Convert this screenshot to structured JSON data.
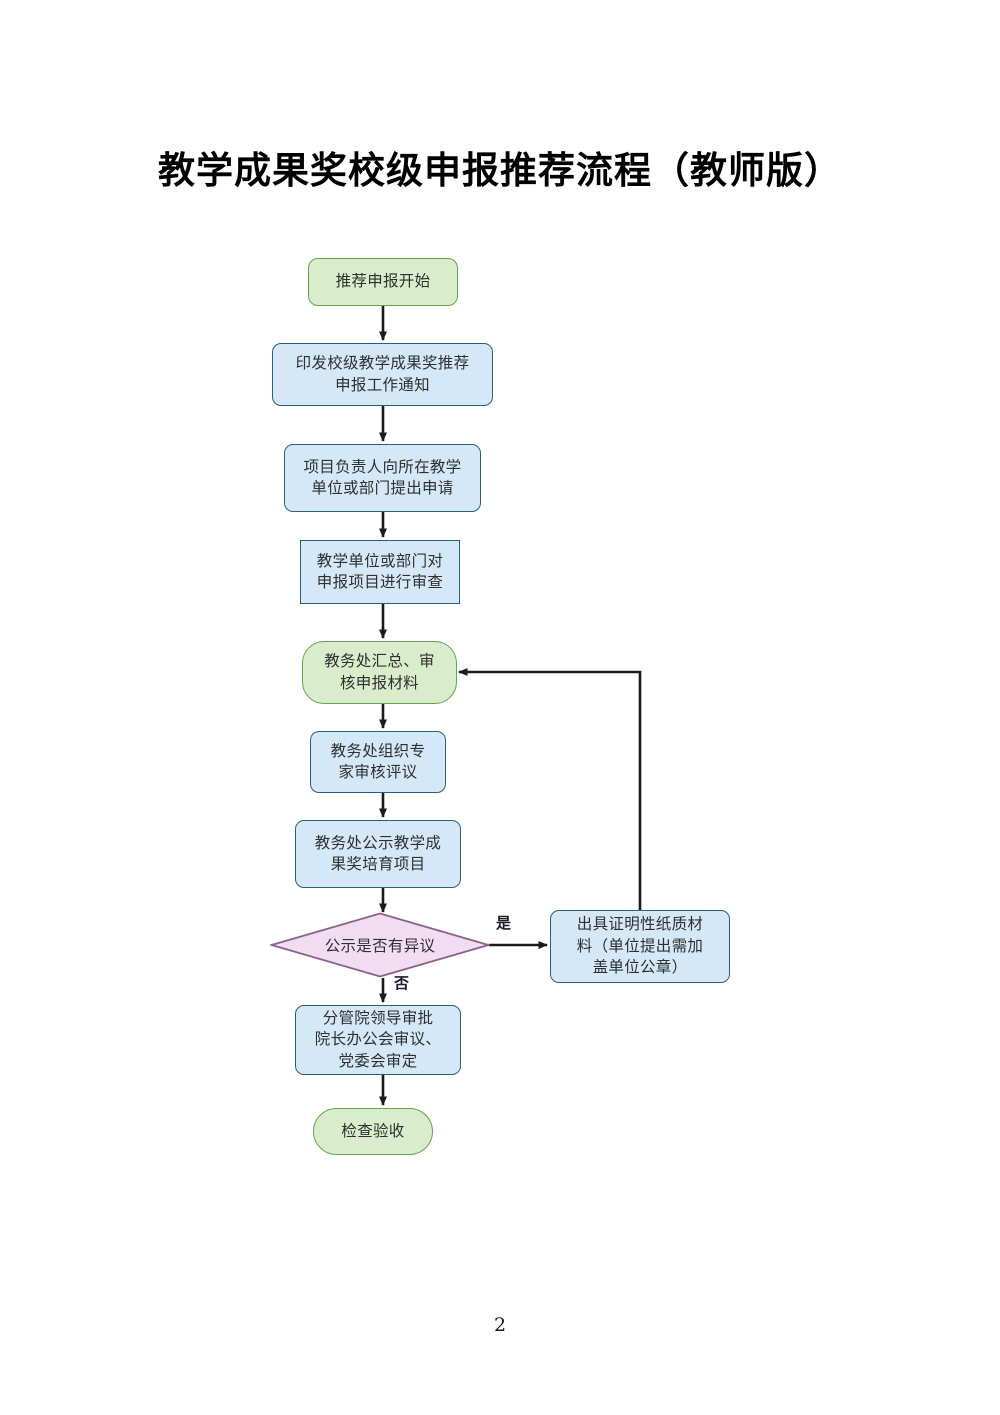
{
  "document": {
    "title": "教学成果奖校级申报推荐流程（教师版）",
    "page_number": "2"
  },
  "colors": {
    "process_fill": "#d4e8f7",
    "process_stroke": "#2b5f7e",
    "terminator_fill": "#d9edcc",
    "terminator_stroke": "#63a34c",
    "decision_fill": "#f2ddf0",
    "decision_stroke": "#8b5f8b",
    "connector": "#1b1b1b",
    "text": "#2f2f2f"
  },
  "chart_data": {
    "type": "flowchart",
    "title": "教学成果奖校级申报推荐流程（教师版）",
    "orientation": "top-to-bottom",
    "nodes": [
      {
        "id": "start",
        "shape": "terminator",
        "fill": "process",
        "label": "推荐申报开始"
      },
      {
        "id": "notice",
        "shape": "rounded",
        "fill": "process",
        "label": "印发校级教学成果奖推荐申报工作通知"
      },
      {
        "id": "apply",
        "shape": "rounded",
        "fill": "process",
        "label": "项目负责人向所在教学单位或部门提出申请"
      },
      {
        "id": "review1",
        "shape": "rect",
        "fill": "process",
        "label": "教学单位或部门对申报项目进行审查"
      },
      {
        "id": "collect",
        "shape": "terminator",
        "fill": "terminator",
        "label": "教务处汇总、审核申报材料"
      },
      {
        "id": "expert",
        "shape": "rounded",
        "fill": "process",
        "label": "教务处组织专家审核评议"
      },
      {
        "id": "publish",
        "shape": "rounded",
        "fill": "process",
        "label": "教务处公示教学成果奖培育项目"
      },
      {
        "id": "decision",
        "shape": "diamond",
        "fill": "decision",
        "label": "公示是否有异议"
      },
      {
        "id": "proof",
        "shape": "rounded",
        "fill": "process",
        "label": "出具证明性纸质材料（单位提出需加盖单位公章）"
      },
      {
        "id": "approve",
        "shape": "rounded",
        "fill": "process",
        "label": "分管院领导审批院长办公会审议、党委会审定"
      },
      {
        "id": "accept",
        "shape": "terminator",
        "fill": "terminator",
        "label": "检查验收"
      }
    ],
    "edges": [
      {
        "from": "start",
        "to": "notice",
        "label": ""
      },
      {
        "from": "notice",
        "to": "apply",
        "label": ""
      },
      {
        "from": "apply",
        "to": "review1",
        "label": ""
      },
      {
        "from": "review1",
        "to": "collect",
        "label": ""
      },
      {
        "from": "collect",
        "to": "expert",
        "label": ""
      },
      {
        "from": "expert",
        "to": "publish",
        "label": ""
      },
      {
        "from": "publish",
        "to": "decision",
        "label": ""
      },
      {
        "from": "decision",
        "to": "proof",
        "label": "是"
      },
      {
        "from": "decision",
        "to": "approve",
        "label": "否"
      },
      {
        "from": "proof",
        "to": "collect",
        "label": ""
      },
      {
        "from": "approve",
        "to": "accept",
        "label": ""
      }
    ],
    "edge_labels": {
      "yes": "是",
      "no": "否"
    }
  },
  "nodes": {
    "start": {
      "label": "推荐申报开始"
    },
    "notice": {
      "line1": "印发校级教学成果奖推荐",
      "line2": "申报工作通知"
    },
    "apply": {
      "line1": "项目负责人向所在教学",
      "line2": "单位或部门提出申请"
    },
    "review1": {
      "line1": "教学单位或部门对",
      "line2": "申报项目进行审查"
    },
    "collect": {
      "line1": "教务处汇总、审",
      "line2": "核申报材料"
    },
    "expert": {
      "line1": "教务处组织专",
      "line2": "家审核评议"
    },
    "publish": {
      "line1": "教务处公示教学成",
      "line2": "果奖培育项目"
    },
    "decision": {
      "label": "公示是否有异议"
    },
    "proof": {
      "line1": "出具证明性纸质材",
      "line2": "料（单位提出需加",
      "line3": "盖单位公章）"
    },
    "approve": {
      "line1": "分管院领导审批",
      "line2": "院长办公会审议、",
      "line3": "党委会审定"
    },
    "accept": {
      "label": "检查验收"
    }
  },
  "labels": {
    "yes": "是",
    "no": "否"
  }
}
